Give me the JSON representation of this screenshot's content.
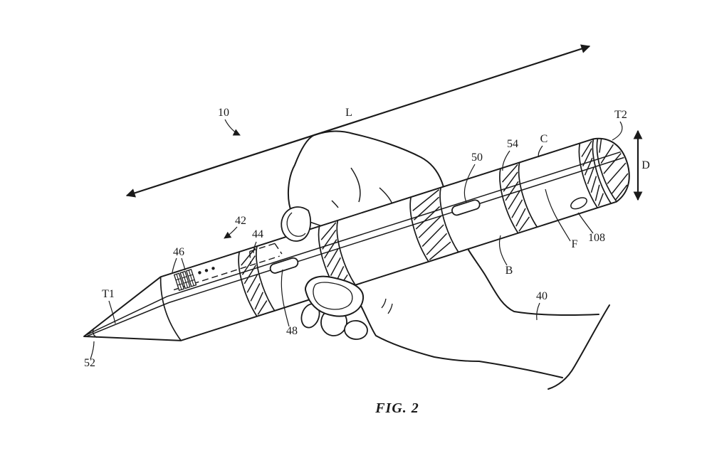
{
  "figure": {
    "caption": "FIG. 2"
  },
  "ref_labels": {
    "n10": "10",
    "L": "L",
    "T1": "T1",
    "T2": "T2",
    "D": "D",
    "n40": "40",
    "n42": "42",
    "n44": "44",
    "n46": "46",
    "n48": "48",
    "n50": "50",
    "n52": "52",
    "n54": "54",
    "n108": "108",
    "B": "B",
    "C": "C",
    "F": "F"
  },
  "colors": {
    "ink": "#1a1a1a",
    "background": "#ffffff"
  }
}
